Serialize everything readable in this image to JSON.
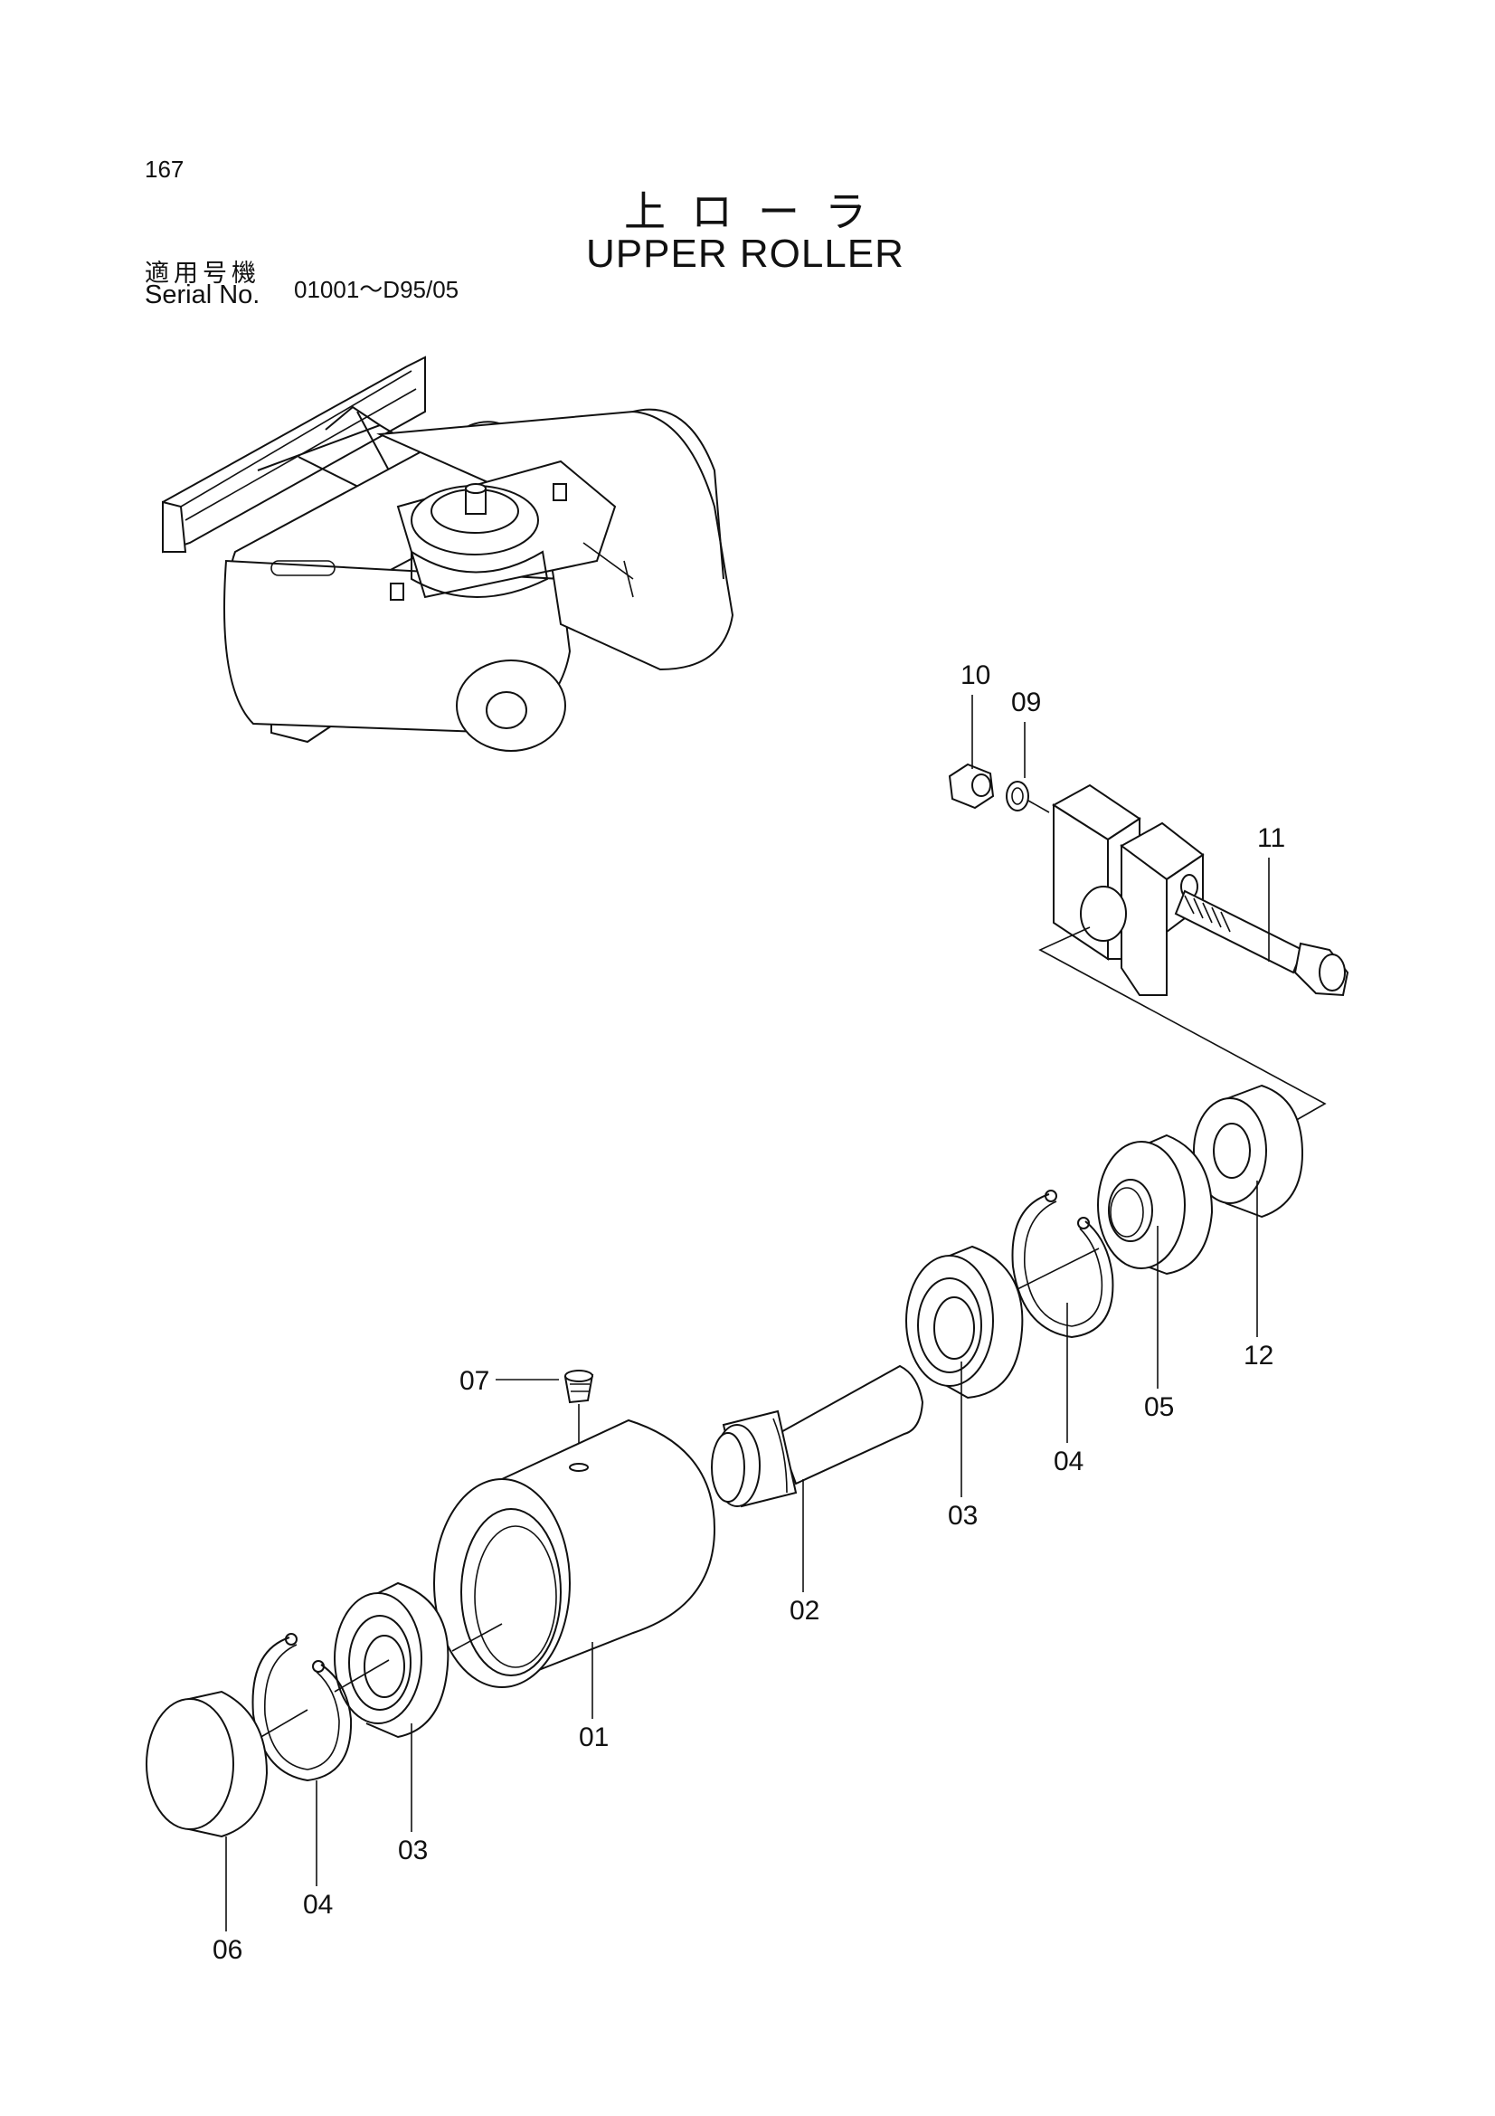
{
  "header": {
    "page_number": "167",
    "title_jp": "上ローラ",
    "title_en": "UPPER ROLLER",
    "serial_label_jp": "適用号機",
    "serial_label_en": "Serial No.",
    "serial_range": "01001〜D95/05"
  },
  "callouts": {
    "part_01": "01",
    "part_02": "02",
    "part_03_left": "03",
    "part_03_right": "03",
    "part_04_left": "04",
    "part_04_right": "04",
    "part_05": "05",
    "part_06": "06",
    "part_07": "07",
    "part_09": "09",
    "part_10": "10",
    "part_11": "11",
    "part_12": "12"
  }
}
